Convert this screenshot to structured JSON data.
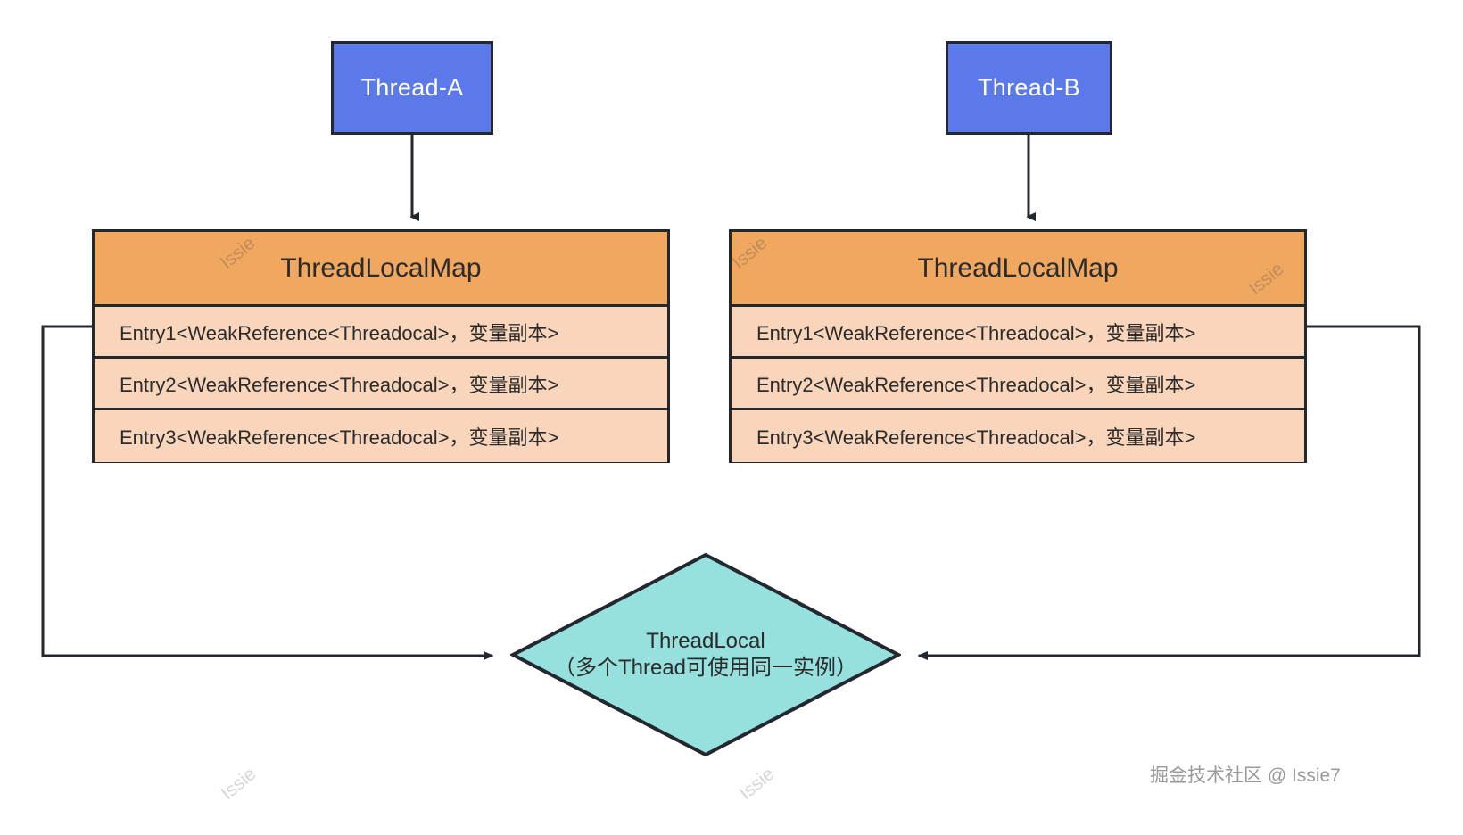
{
  "diagram": {
    "title": "ThreadLocal / ThreadLocalMap structure",
    "colors": {
      "thread_box_fill": "#5B79E8",
      "thread_box_text": "#FFFFFF",
      "map_header_fill": "#F0A860",
      "map_row_fill": "#F9D6BB",
      "diamond_fill": "#96E0DE",
      "stroke": "#23272E",
      "text": "#2B2B2B",
      "watermark": "#9A9A9A"
    },
    "threads": [
      {
        "id": "thread-a",
        "label": "Thread-A"
      },
      {
        "id": "thread-b",
        "label": "Thread-B"
      }
    ],
    "maps": [
      {
        "id": "map-left",
        "header": "ThreadLocalMap",
        "rows": [
          "Entry1<WeakReference<Threadocal>，变量副本>",
          "Entry2<WeakReference<Threadocal>，变量副本>",
          "Entry3<WeakReference<Threadocal>，变量副本>"
        ]
      },
      {
        "id": "map-right",
        "header": "ThreadLocalMap",
        "rows": [
          "Entry1<WeakReference<Threadocal>，变量副本>",
          "Entry2<WeakReference<Threadocal>，变量副本>",
          "Entry3<WeakReference<Threadocal>，变量副本>"
        ]
      }
    ],
    "diamond": {
      "line1": "ThreadLocal",
      "line2": "（多个Thread可使用同一实例）"
    },
    "watermarks": [
      {
        "text": "Issie"
      },
      {
        "text": "Issie"
      },
      {
        "text": "Issie"
      },
      {
        "text": "Issie"
      }
    ],
    "credit": "掘金技术社区 @ Issie7"
  }
}
